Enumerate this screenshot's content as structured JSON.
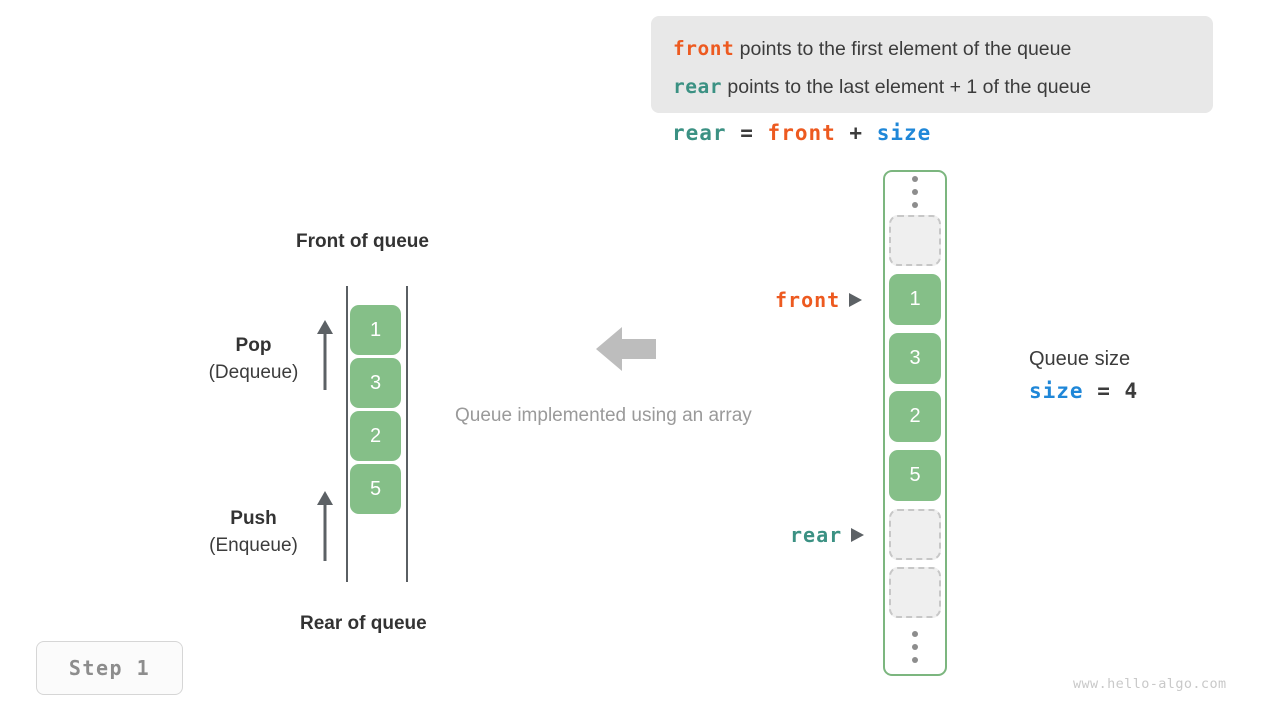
{
  "definition_box": {
    "lines": [
      {
        "keyword": "front",
        "keyword_color": "#ed5a20",
        "text": "points to the first element of the queue"
      },
      {
        "keyword": "rear",
        "keyword_color": "#3b9183",
        "text": "points to the last element + 1 of the queue"
      }
    ]
  },
  "formula": {
    "lhs": "rear",
    "equals": "=",
    "rhs1": "front",
    "plus": "+",
    "rhs2": "size"
  },
  "abstract_queue": {
    "top_label": "Front of queue",
    "bottom_label": "Rear of queue",
    "values": [
      "1",
      "3",
      "2",
      "5"
    ],
    "operations": [
      {
        "title": "Pop",
        "subtitle": "(Dequeue)"
      },
      {
        "title": "Push",
        "subtitle": "(Enqueue)"
      }
    ]
  },
  "middle": {
    "caption": "Queue implemented using an array",
    "arrow_direction": "left",
    "arrow_color": "#bdbdbd"
  },
  "array_view": {
    "cells": [
      {
        "type": "dots"
      },
      {
        "type": "empty",
        "value": ""
      },
      {
        "type": "filled",
        "value": "1"
      },
      {
        "type": "filled",
        "value": "3"
      },
      {
        "type": "filled",
        "value": "2"
      },
      {
        "type": "filled",
        "value": "5"
      },
      {
        "type": "empty",
        "value": ""
      },
      {
        "type": "empty",
        "value": ""
      },
      {
        "type": "dots"
      }
    ],
    "pointers": [
      {
        "label": "front",
        "color": "#ed5a20"
      },
      {
        "label": "rear",
        "color": "#3b9183"
      }
    ],
    "border_color": "#7cb67f",
    "filled_color": "#85bf88",
    "empty_color": "#efefef"
  },
  "queue_size": {
    "title": "Queue size",
    "var": "size",
    "equals": "=",
    "value": "4"
  },
  "step_badge": {
    "label": "Step 1"
  },
  "watermark": {
    "text": "www.hello-algo.com"
  }
}
